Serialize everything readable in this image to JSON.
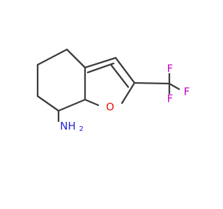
{
  "molecule": {
    "colors": {
      "bond": "#3b3b3b",
      "oxygen": "#e8170f",
      "fluorine": "#c200c2",
      "nitrogen": "#1f24d6"
    },
    "labels": {
      "oxygen": "O",
      "fluorine_1": "F",
      "fluorine_2": "F",
      "fluorine_3": "F",
      "amine": "NH",
      "amine_subscript": "2"
    }
  }
}
